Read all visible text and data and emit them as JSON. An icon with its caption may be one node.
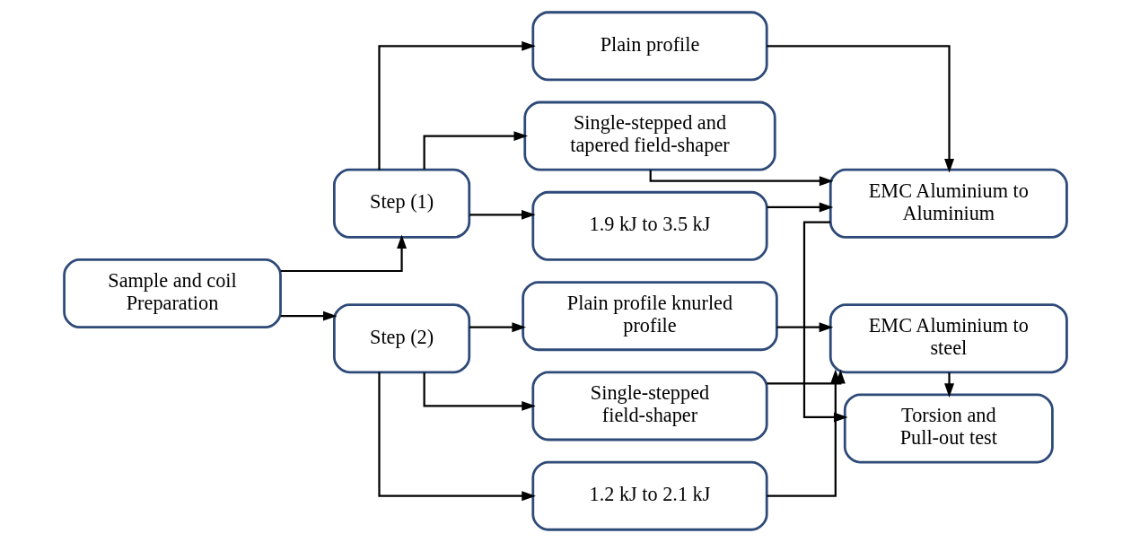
{
  "diagram": {
    "nodes": [
      {
        "text": [
          "Sample and coil Preparation"
        ]
      },
      {
        "text": [
          "Step (1)"
        ]
      },
      {
        "text": [
          "Plain profile"
        ]
      },
      {
        "text": [
          "Single-stepped and tapered field-shaper"
        ]
      },
      {
        "text": [
          "1.9 kJ to 3.5 kJ"
        ]
      },
      {
        "text": [
          "EMC Aluminium to Aluminium"
        ]
      },
      {
        "text": [
          "Torsion and Pull-out test"
        ]
      },
      {
        "text": [
          "Step (2)"
        ]
      },
      {
        "text": [
          "Plain profile knurled profile"
        ]
      },
      {
        "text": [
          "Single-stepped field-shaper"
        ]
      },
      {
        "text": [
          "1.2 kJ to 2.1 kJ"
        ]
      },
      {
        "text": [
          "EMC Aluminium to steel"
        ]
      }
    ],
    "edges": [
      {
        "from": 0,
        "to": 1,
        "arrow": "to"
      },
      {
        "from": 0,
        "to": 7,
        "arrow": "to"
      },
      {
        "from": 1,
        "to": 2,
        "arrow": "to"
      },
      {
        "from": 1,
        "to": 3,
        "arrow": "to"
      },
      {
        "from": 1,
        "to": 4,
        "arrow": "to"
      },
      {
        "from": 2,
        "to": 5,
        "arrow": "to"
      },
      {
        "from": 3,
        "to": 5,
        "arrow": "to"
      },
      {
        "from": 4,
        "to": 5,
        "arrow": "to"
      },
      {
        "from": 5,
        "to": 6,
        "arrow": "to"
      },
      {
        "from": 7,
        "to": 8,
        "arrow": "to"
      },
      {
        "from": 7,
        "to": 9,
        "arrow": "to"
      },
      {
        "from": 7,
        "to": 10,
        "arrow": "to"
      },
      {
        "from": 8,
        "to": 11,
        "arrow": "to"
      },
      {
        "from": 9,
        "to": 11,
        "arrow": "to"
      },
      {
        "from": 10,
        "to": 11,
        "arrow": "to"
      },
      {
        "from": 11,
        "to": 6,
        "arrow": "to"
      }
    ]
  }
}
